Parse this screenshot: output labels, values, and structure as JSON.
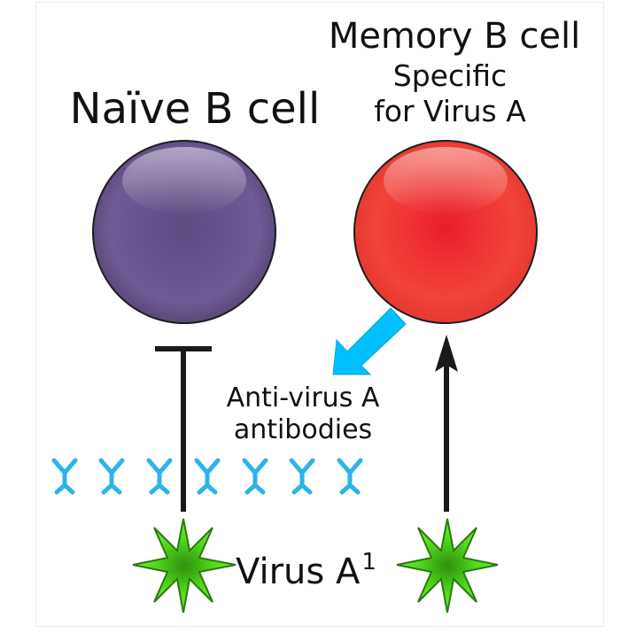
{
  "labels": {
    "naive_cell": "Naïve B cell",
    "memory_cell": "Memory B cell",
    "memory_specific_line1": "Specific",
    "memory_specific_line2": "for Virus A",
    "antibodies_line1": "Anti-virus A",
    "antibodies_line2": "antibodies",
    "virus": "Virus A",
    "virus_superscript": "1"
  },
  "colors": {
    "naive_cell": "#6b5691",
    "memory_cell": "#f0443a",
    "antibody": "#2ab4ea",
    "arrow_blue": "#00bfff",
    "virus": "#4fd81c",
    "line": "#1a1a1a"
  },
  "icons": {
    "antibody": "y-shaped-antibody-icon",
    "virus": "spiky-star-virus-icon"
  },
  "antibody_count": 7
}
